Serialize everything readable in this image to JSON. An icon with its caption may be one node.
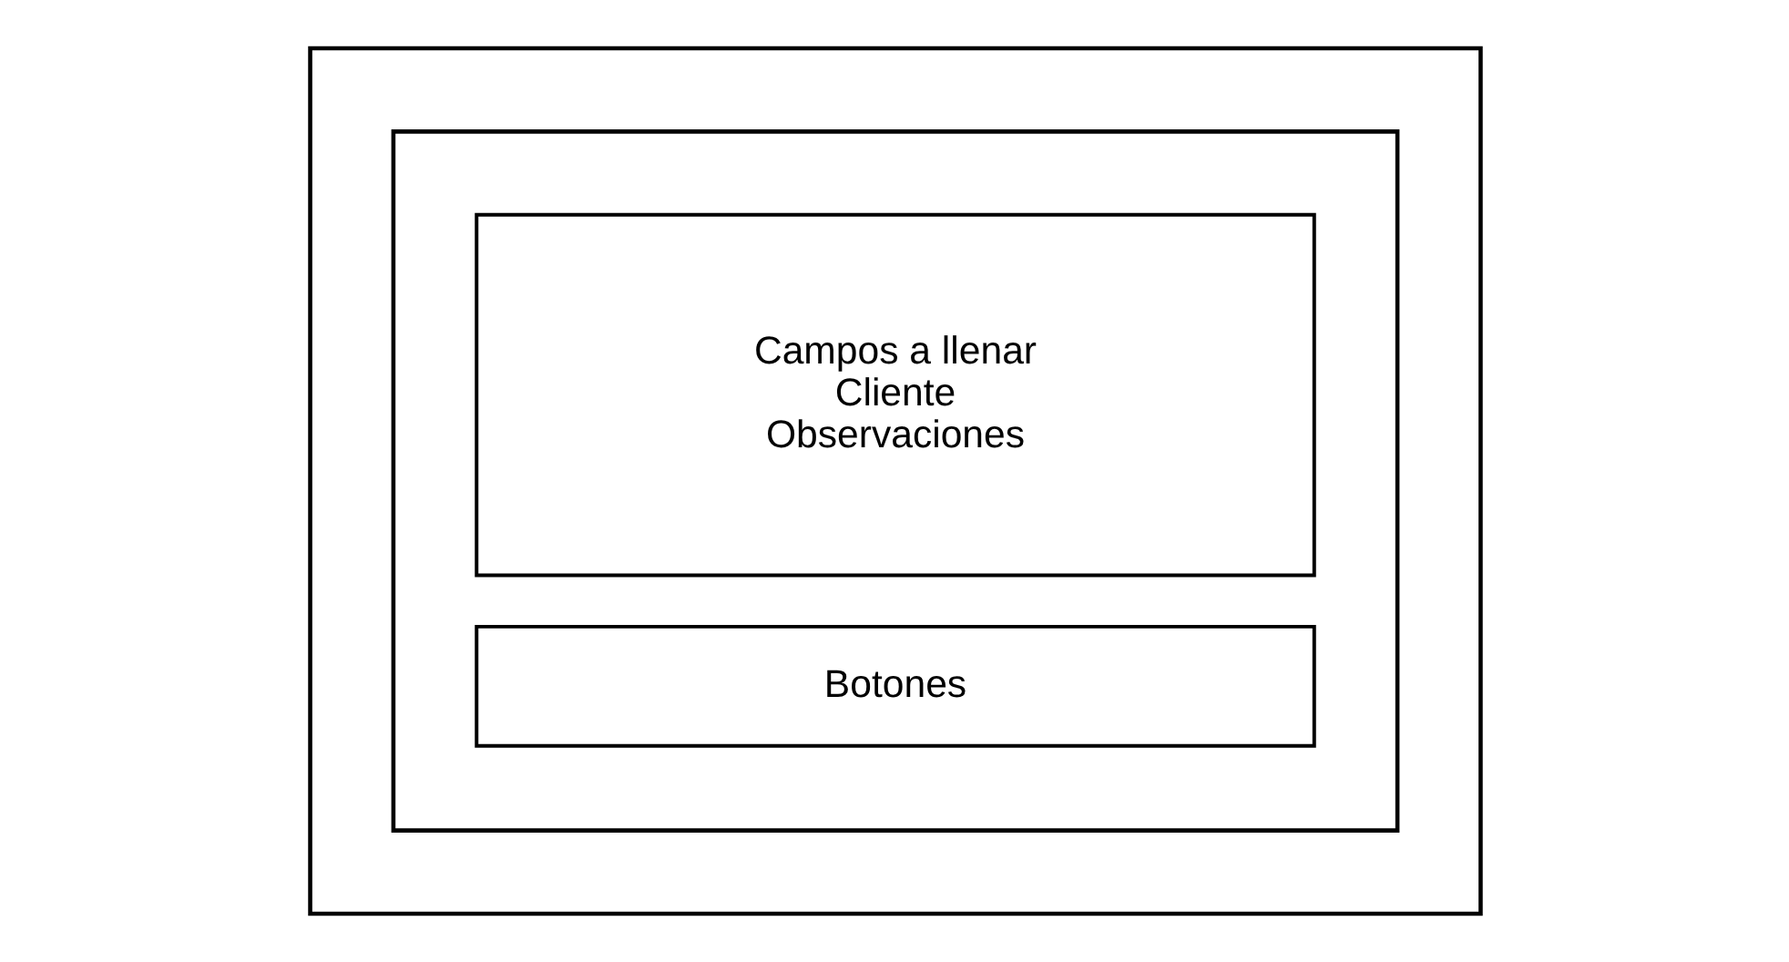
{
  "diagram": {
    "nodes": [
      {
        "text": [],
        "shape": "box"
      },
      {
        "text": [],
        "shape": "box",
        "in": 0
      },
      {
        "text": [
          "Campos a llenar",
          "Cliente",
          "Observaciones"
        ],
        "in": 1
      },
      {
        "text": [
          "Botones"
        ],
        "in": 1
      }
    ],
    "edges": []
  }
}
